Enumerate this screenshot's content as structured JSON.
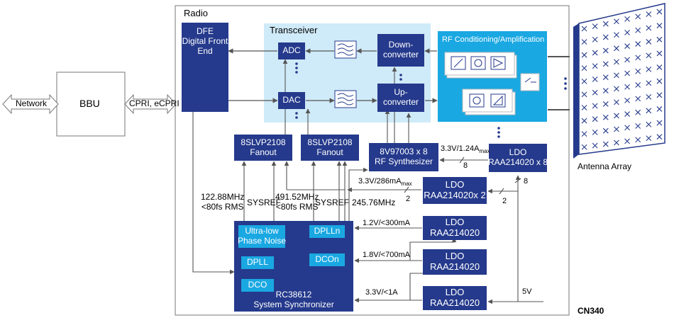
{
  "radio_label": "Radio",
  "network": "Network",
  "bbu": "BBU",
  "cpri": "CPRI, eCPRI",
  "dfe": {
    "l1": "DFE",
    "l2": "Digital Front",
    "l3": "End"
  },
  "transceiver": "Transceiver",
  "adc": "ADC",
  "dac": "DAC",
  "downconverter": {
    "l1": "Down-",
    "l2": "converter"
  },
  "upconverter": {
    "l1": "Up-",
    "l2": "converter"
  },
  "rf_cond": "RF Conditioning/Amplification",
  "fanout1": {
    "l1": "8SLVP2108",
    "l2": "Fanout"
  },
  "fanout2": {
    "l1": "8SLVP2108",
    "l2": "Fanout"
  },
  "synth": {
    "l1": "8V97003 x 8",
    "l2": "RF Synthesizer"
  },
  "ldo_top": {
    "l1": "LDO",
    "l2": "RAA214020 x 8"
  },
  "ldo_mid": {
    "l1": "LDO",
    "l2": "RAA214020x 2"
  },
  "ldo_a": {
    "l1": "LDO",
    "l2": "RAA214020"
  },
  "ldo_b": {
    "l1": "LDO",
    "l2": "RAA214020"
  },
  "ldo_c": {
    "l1": "LDO",
    "l2": "RAA214020"
  },
  "rc": {
    "l1": "RC38612",
    "l2": "System Synchronizer"
  },
  "ultra": {
    "l1": "Ultra-low",
    "l2": "Phase Noise"
  },
  "dpll": "DPLL",
  "dco": "DCO",
  "dplln": "DPLLn",
  "dcon": "DCOn",
  "clk1": {
    "l1": "122.88MHz",
    "l2": "<80fs RMS"
  },
  "sysref1": "SYSREF",
  "clk2": {
    "l1": "491.52MHz",
    "l2": "<80fs RMS"
  },
  "sysref2": "SYSREF",
  "clk3": "245.76MHz",
  "pwr_top": {
    "main": "3.3V/1.24A",
    "sub": "max"
  },
  "pwr_mid": {
    "main": "3.3V/286mA",
    "sub": "max"
  },
  "pwr_a": "1.2V/<300mA",
  "pwr_b": "1.8V/<700mA",
  "pwr_c": "3.3V/<1A",
  "v5": "5V",
  "n8a": "8",
  "n8b": "8",
  "n2a": "2",
  "n2b": "2",
  "antenna": "Antenna Array",
  "code": "CN340",
  "colors": {
    "navy": "#253a8c",
    "cyan": "#1aa8e2",
    "transceiver_bg": "#cfeaf8",
    "line": "#555555"
  }
}
